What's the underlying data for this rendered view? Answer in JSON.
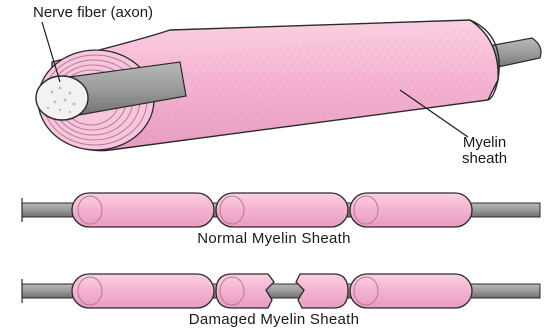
{
  "labels": {
    "axon": "Nerve fiber (axon)",
    "myelin_line1": "Myelin",
    "myelin_line2": "sheath",
    "normal": "Normal Myelin Sheath",
    "damaged": "Damaged Myelin Sheath"
  },
  "colors": {
    "myelin": "#f5b5d2",
    "myelin_dark": "#d983aa",
    "axon": "#9a9a9a",
    "axon_dark": "#6e6e6e",
    "outline": "#2b2b2b",
    "background": "#ffffff"
  },
  "figures": [
    {
      "name": "nerve-fiber-cutaway",
      "depicts": "axon wrapped in layered myelin sheath"
    },
    {
      "name": "normal-myelin-fiber",
      "depicts": "intact myelin segments along axon"
    },
    {
      "name": "damaged-myelin-fiber",
      "depicts": "myelin segment with torn gap exposing axon"
    }
  ]
}
